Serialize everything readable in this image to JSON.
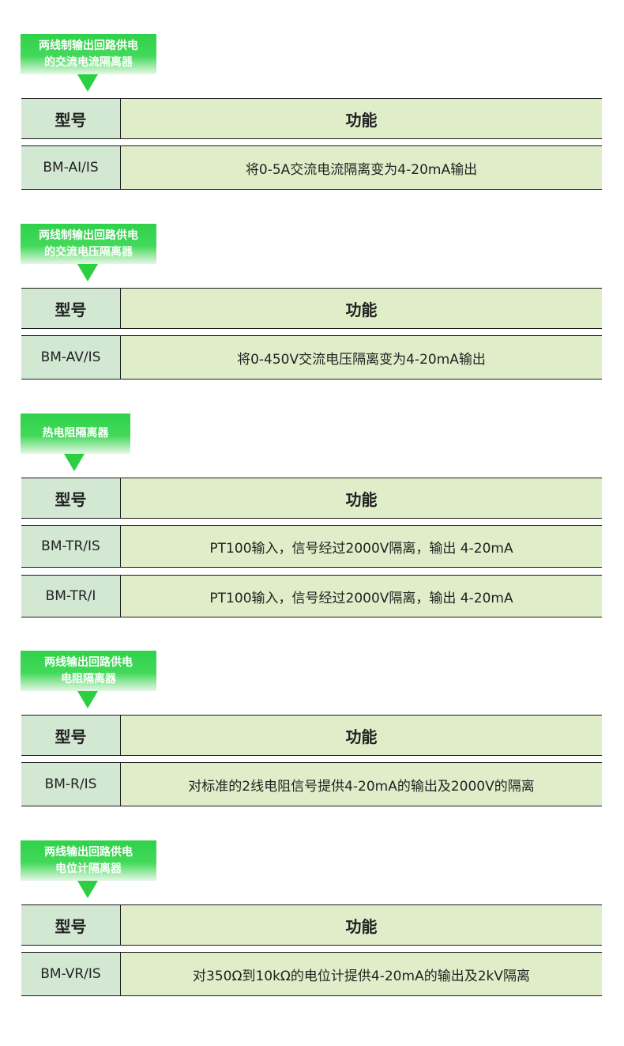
{
  "header_labels": {
    "model": "型号",
    "function": "功能"
  },
  "sections": [
    {
      "tag_lines": [
        "两线制输出回路供电",
        "的交流电流隔离器"
      ],
      "rows": [
        {
          "model": "BM-AI/IS",
          "function": "将0-5A交流电流隔离变为4-20mA输出"
        }
      ]
    },
    {
      "tag_lines": [
        "两线制输出回路供电",
        "的交流电压隔离器"
      ],
      "rows": [
        {
          "model": "BM-AV/IS",
          "function": "将0-450V交流电压隔离变为4-20mA输出"
        }
      ]
    },
    {
      "tag_lines": [
        "热电阻隔离器"
      ],
      "rows": [
        {
          "model": "BM-TR/IS",
          "function": "PT100输入，信号经过2000V隔离，输出 4-20mA"
        },
        {
          "model": "BM-TR/I",
          "function": "PT100输入，信号经过2000V隔离，输出 4-20mA"
        }
      ]
    },
    {
      "tag_lines": [
        "两线输出回路供电",
        "电阻隔离器"
      ],
      "rows": [
        {
          "model": "BM-R/IS",
          "function": "对标准的2线电阻信号提供4-20mA的输出及2000V的隔离"
        }
      ]
    },
    {
      "tag_lines": [
        "两线输出回路供电",
        "电位计隔离器"
      ],
      "rows": [
        {
          "model": "BM-VR/IS",
          "function": "对350Ω到10kΩ的电位计提供4-20mA的输出及2kV隔离"
        }
      ]
    }
  ],
  "colors": {
    "tag_green": "#2fd14a",
    "model_cell": "#d2e8d3",
    "function_cell": "#dfeec9"
  }
}
